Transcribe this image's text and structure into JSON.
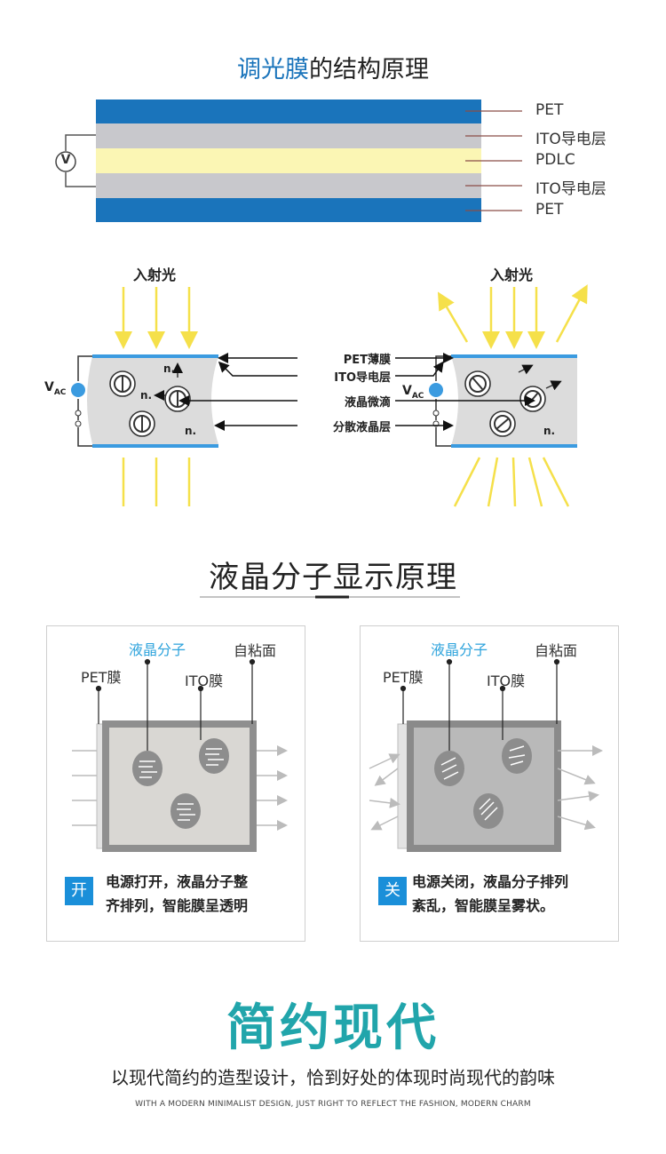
{
  "section1": {
    "title_highlight": "调光膜",
    "title_rest": "的结构原理",
    "voltage_symbol": "V",
    "layers": [
      "PET",
      "ITO导电层",
      "PDLC",
      "ITO导电层",
      "PET"
    ]
  },
  "section2": {
    "left_title": "入射光",
    "right_title": "入射光",
    "left_vac": "V",
    "left_vac_sub": "AC",
    "right_vac": "V",
    "right_vac_sub": "AC",
    "labels": [
      "PET薄膜",
      "ITO导电层",
      "液晶微滴",
      "分散液晶层"
    ],
    "n_label": "n."
  },
  "section3": {
    "title": "液晶分子显示原理",
    "panels": [
      {
        "lc_label": "液晶分子",
        "adhesive_label": "自粘面",
        "pet_label": "PET膜",
        "ito_label": "ITO膜",
        "badge": "开",
        "desc_line1": "电源打开，液晶分子整",
        "desc_line2": "齐排列，智能膜呈透明"
      },
      {
        "lc_label": "液晶分子",
        "adhesive_label": "自粘面",
        "pet_label": "PET膜",
        "ito_label": "ITO膜",
        "badge": "关",
        "desc_line1": "电源关闭，液晶分子排列",
        "desc_line2": "紊乱，智能膜呈雾状。"
      }
    ]
  },
  "section4": {
    "title": "简约现代",
    "slogan": "以现代简约的造型设计，恰到好处的体现时尚现代的韵味",
    "slogan_en": "WITH A MODERN MINIMALIST DESIGN, JUST RIGHT TO REFLECT THE FASHION, MODERN CHARM"
  },
  "colors": {
    "blue": "#1a74bb",
    "gray_layer": "#c8c8cc",
    "pdlc_yellow": "#fbf6b4",
    "light_ray": "#f5e04a",
    "accent_teal": "#21a5ab",
    "badge_blue": "#1a8fd9"
  }
}
